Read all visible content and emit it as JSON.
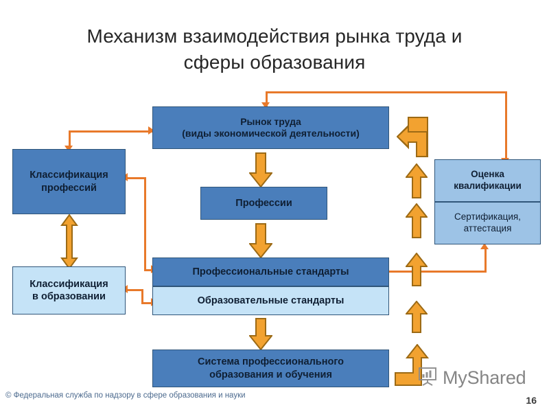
{
  "slide": {
    "page_number": "16",
    "title_line_1": "Механизм взаимодействия рынка труда и",
    "title_line_2": "сферы образования",
    "footer": "© Федеральная служба по надзору в сфере образования и науки"
  },
  "watermark": {
    "label": "MyShared",
    "icon": "presentation-chart-icon"
  },
  "colors": {
    "box_dark": "#4a7ebb",
    "box_light": "#c5e3f7",
    "box_mid": "#9dc3e6",
    "box_border": "#2f5579",
    "arrow_fill": "#f2a230",
    "arrow_stroke": "#9c6a15",
    "connector_line": "#e8792a",
    "title_text": "#262626",
    "footer_text": "#4c6a8e"
  },
  "nodes": {
    "labor_market": {
      "line1": "Рынок труда",
      "line2": "(виды экономической деятельности)",
      "style": "dark"
    },
    "classification_professions": {
      "line1": "Классификация",
      "line2": "профессий",
      "style": "dark"
    },
    "classification_education": {
      "line1": "Классификация",
      "line2": "в образовании",
      "style": "light"
    },
    "professions": {
      "line1": "Профессии",
      "style": "dark"
    },
    "professional_standards": {
      "line1": "Профессиональные стандарты",
      "style": "dark"
    },
    "educational_standards": {
      "line1": "Образовательные стандарты",
      "style": "light"
    },
    "vocational_education_system": {
      "line1": "Система профессионального",
      "line2": "образования и обучения",
      "style": "dark"
    },
    "qualification_assessment": {
      "line1": "Оценка",
      "line2": "квалификации",
      "style": "mid"
    },
    "certification_attestation": {
      "line1": "Сертификация,",
      "line2": "аттестация",
      "style": "mid"
    }
  },
  "connections": [
    {
      "name": "qualification-assessment-to-labor-market",
      "type": "line-elbow"
    },
    {
      "name": "classification-professions-to-labor-market",
      "type": "line-elbow"
    },
    {
      "name": "labor-market-to-classification-professions",
      "type": "line-elbow"
    },
    {
      "name": "classification-education-to-standards",
      "type": "line-elbow"
    },
    {
      "name": "professional-standards-to-qualification",
      "type": "line-elbow"
    },
    {
      "name": "labor-market-to-professions",
      "type": "block-arrow-down"
    },
    {
      "name": "professions-to-professional-standards",
      "type": "block-arrow-down"
    },
    {
      "name": "educational-standards-to-education-system",
      "type": "block-arrow-down"
    },
    {
      "name": "classification-professions-education-link",
      "type": "block-arrow-double-vertical"
    },
    {
      "name": "qualification-to-labor-market",
      "type": "block-arrow-bent-up-left"
    },
    {
      "name": "assessment-feedback-up-1",
      "type": "block-arrow-up"
    },
    {
      "name": "assessment-feedback-up-2",
      "type": "block-arrow-up"
    },
    {
      "name": "standards-feedback-up",
      "type": "block-arrow-up"
    },
    {
      "name": "education-system-to-certification",
      "type": "block-arrow-bent-right-up"
    }
  ]
}
